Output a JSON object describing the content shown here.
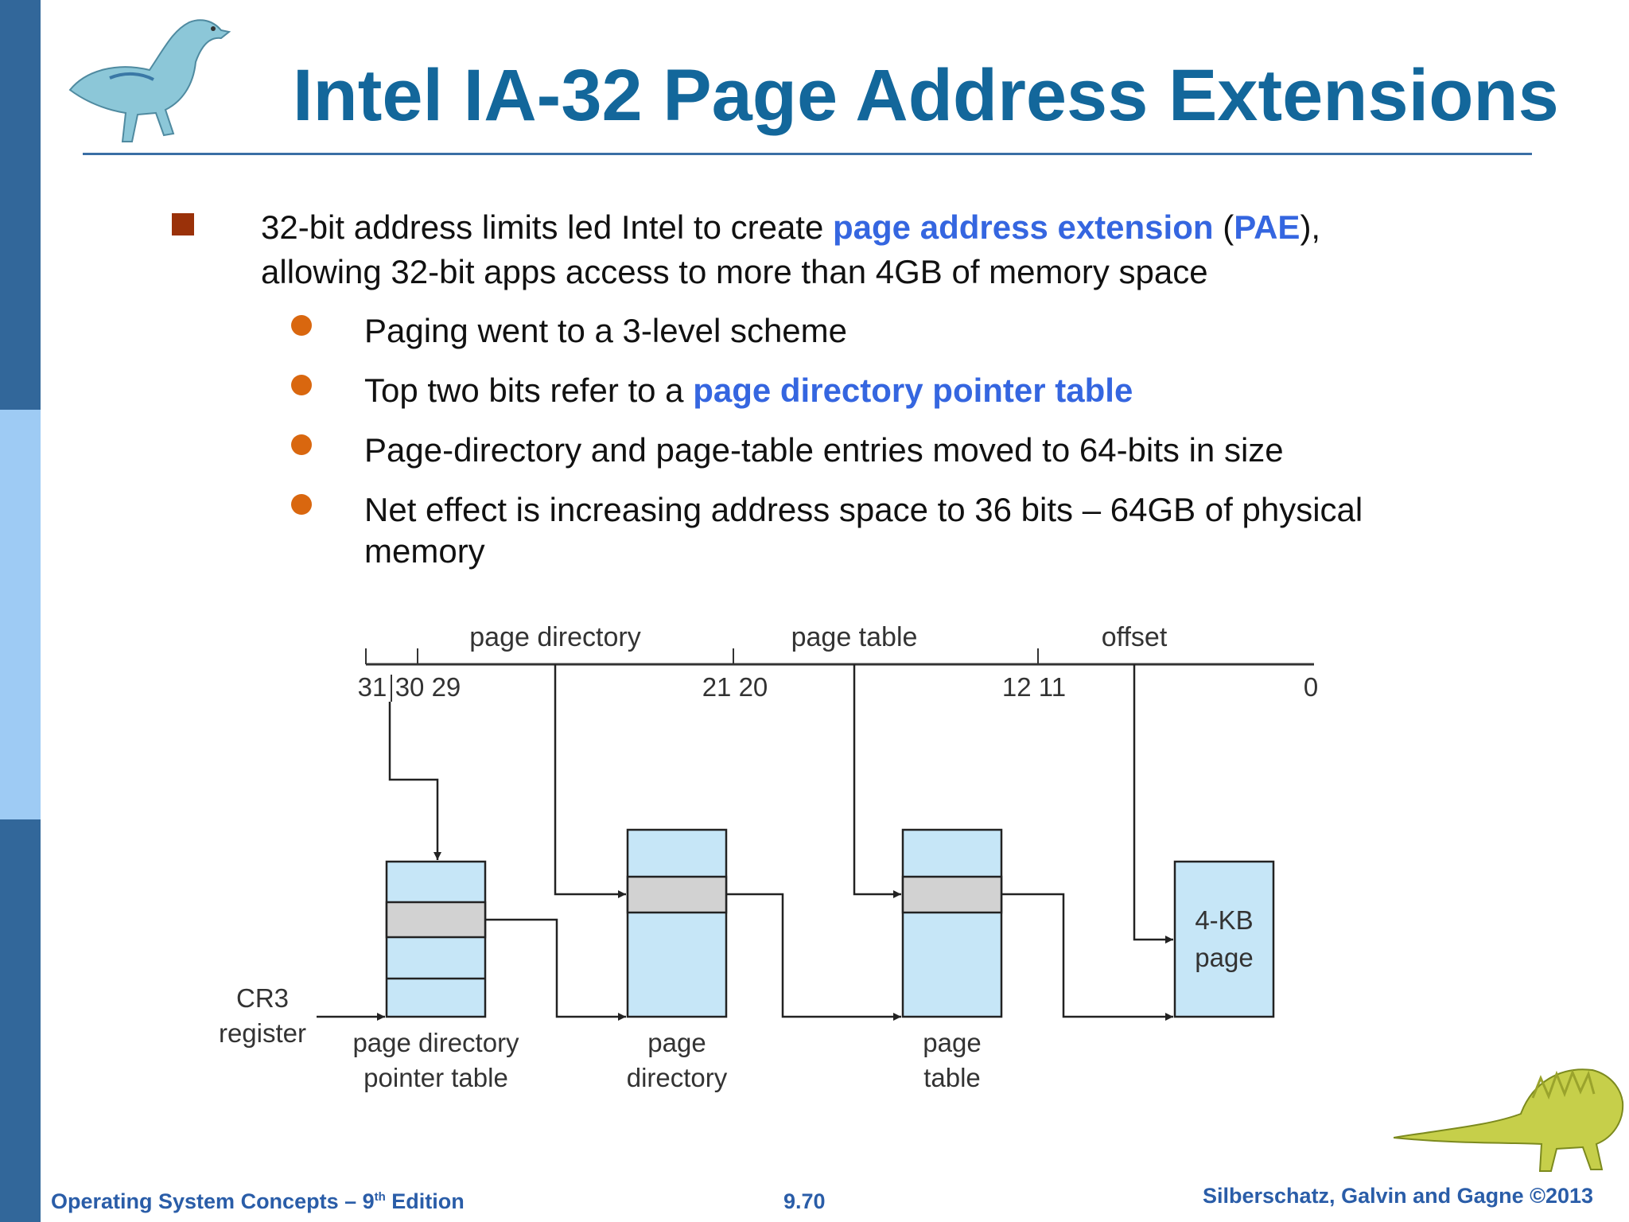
{
  "slide": {
    "title": "Intel IA-32 Page Address Extensions",
    "bullet": {
      "text_part1": "32-bit address limits led Intel to create ",
      "highlight1": "page address extension",
      "text_part2": " (",
      "highlight2": "PAE",
      "text_part3": "),",
      "line2": "allowing 32-bit apps access to more than 4GB of memory space"
    },
    "sub_bullets": [
      {
        "text": "Paging went to a 3-level scheme"
      },
      {
        "text_prefix": "Top two bits refer to a ",
        "highlight": "page directory pointer table"
      },
      {
        "text": "Page-directory and page-table entries moved to 64-bits in size"
      },
      {
        "line1": "Net effect is increasing address space to 36 bits – 64GB of physical",
        "line2": "memory"
      }
    ]
  },
  "diagram": {
    "field_labels": {
      "page_directory": "page directory",
      "page_table": "page table",
      "offset": "offset"
    },
    "bit_labels": {
      "b31": "31",
      "b30_29": "30 29",
      "b21_20": "21 20",
      "b12_11": "12 11",
      "b0": "0"
    },
    "cr3": {
      "line1": "CR3",
      "line2": "register"
    },
    "tables": {
      "pdpt": {
        "line1": "page directory",
        "line2": "pointer table"
      },
      "pd": {
        "line1": "page",
        "line2": "directory"
      },
      "pt": {
        "line1": "page",
        "line2": "table"
      }
    },
    "page_box": {
      "line1": "4-KB",
      "line2": "page"
    },
    "colors": {
      "box_fill": "#c6e6f7",
      "entry_fill": "#d2d2d2",
      "line": "#222222"
    }
  },
  "footer": {
    "left_prefix": "Operating System Concepts – 9",
    "left_sup": "th",
    "left_suffix": " Edition",
    "center": "9.70",
    "right": "Silberschatz, Galvin and Gagne ©2013"
  }
}
